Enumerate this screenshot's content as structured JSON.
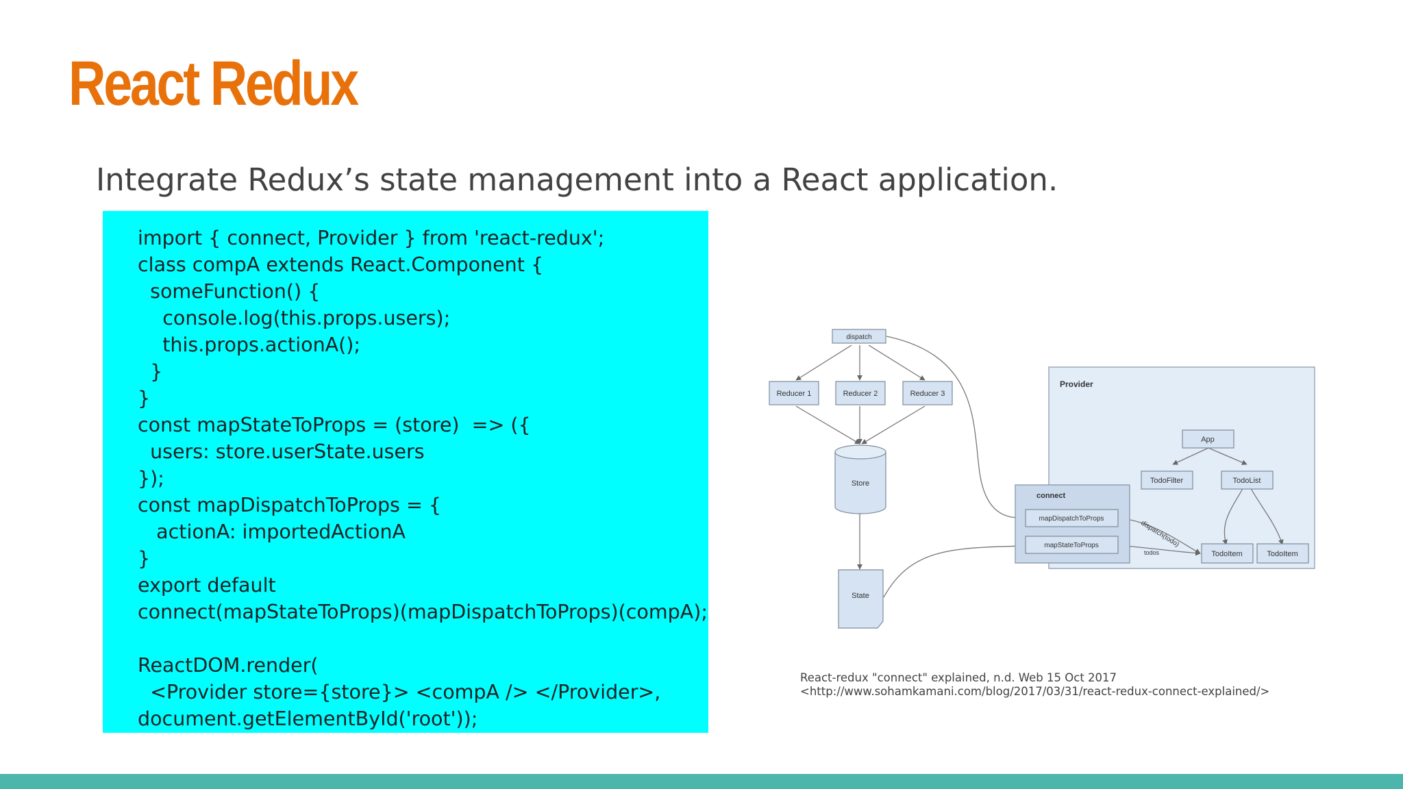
{
  "slide": {
    "title": "React Redux",
    "subtitle": "Integrate Redux’s state management into a React application.",
    "accent_color": "#e8710a",
    "code_background": "#00ffff",
    "footer_color": "#4db6ac"
  },
  "code": {
    "lines": [
      "import { connect, Provider } from 'react-redux';",
      "class compA extends React.Component {",
      "  someFunction() {",
      "    console.log(this.props.users);",
      "    this.props.actionA();",
      "  }",
      "}",
      "const mapStateToProps = (store)  => ({",
      "  users: store.userState.users",
      "});",
      "const mapDispatchToProps = {",
      "   actionA: importedActionA",
      "}",
      "export default",
      "connect(mapStateToProps)(mapDispatchToProps)(compA);",
      "",
      "ReactDOM.render(",
      "  <Provider store={store}> <compA /> </Provider>,",
      "document.getElementById('root'));"
    ]
  },
  "diagram": {
    "labels": {
      "dispatch": "dispatch",
      "reducer1": "Reducer 1",
      "reducer2": "Reducer 2",
      "reducer3": "Reducer 3",
      "store": "Store",
      "state": "State",
      "provider": "Provider",
      "app": "App",
      "todofilter": "TodoFilter",
      "todolist": "TodoList",
      "connect": "connect",
      "map_dispatch": "mapDispatchToProps",
      "map_state": "mapStateToProps",
      "todoitem1": "TodoItem",
      "todoitem2": "TodoItem",
      "edge_dispatch": "dispatch(todo)",
      "edge_state": "todos"
    }
  },
  "citation": {
    "line1": "React-redux \"connect\" explained, n.d.   Web  15 Oct 2017",
    "line2": "<http://www.sohamkamani.com/blog/2017/03/31/react-redux-connect-explained/>"
  }
}
